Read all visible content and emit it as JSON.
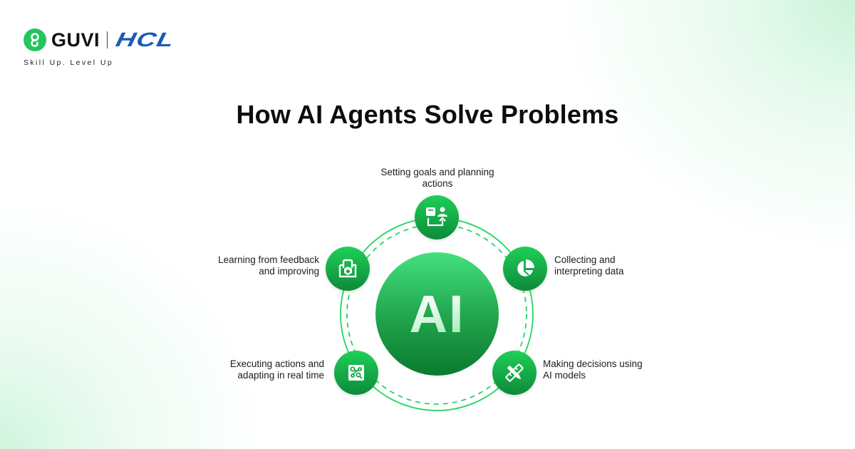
{
  "brand": {
    "guvi": "GUVI",
    "hcl": "HCL",
    "tagline": "Skill Up. Level Up"
  },
  "title": "How AI Agents Solve Problems",
  "center": {
    "label": "AI"
  },
  "colors": {
    "primary_green": "#1fcf58",
    "dark_green": "#0d8a3a",
    "ring": "#22d463",
    "hcl_blue": "#1a5ab8"
  },
  "steps": [
    {
      "label_line1": "Setting goals and planning",
      "label_line2": "actions",
      "icon": "goal-planning-icon"
    },
    {
      "label_line1": "Collecting and",
      "label_line2": "interpreting data",
      "icon": "pie-chart-icon"
    },
    {
      "label_line1": "Making decisions using",
      "label_line2": "AI models",
      "icon": "ruler-pencil-icon"
    },
    {
      "label_line1": "Executing actions and",
      "label_line2": "adapting in real time",
      "icon": "workflow-icon"
    },
    {
      "label_line1": "Learning from feedback",
      "label_line2": "and improving",
      "icon": "box-feedback-icon"
    }
  ]
}
